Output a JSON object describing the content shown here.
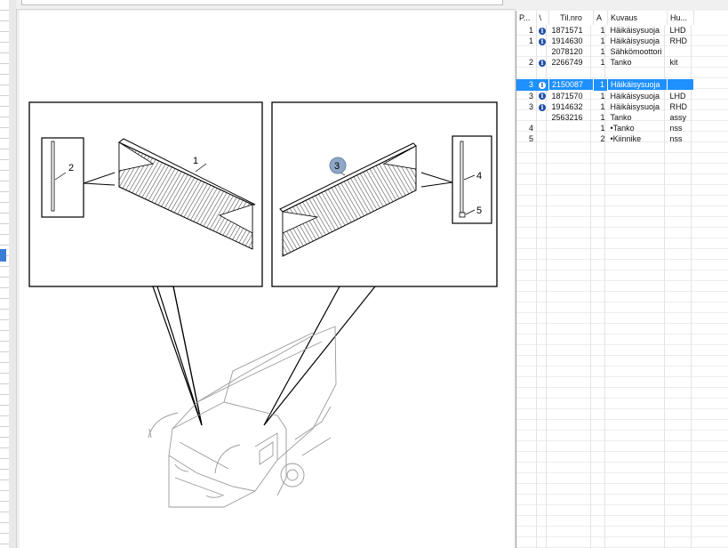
{
  "table": {
    "columns": [
      "P...",
      "\\",
      "Til.nro",
      "A",
      "Kuvaus",
      "Hu..."
    ],
    "rows": [
      {
        "pos": "1",
        "info": true,
        "partno": "1871571",
        "qty": "1",
        "desc": "Häikäisysuoja",
        "note": "LHD",
        "selected": false
      },
      {
        "pos": "1",
        "info": true,
        "partno": "1914630",
        "qty": "1",
        "desc": "Häikäisysuoja",
        "note": "RHD",
        "selected": false
      },
      {
        "pos": "",
        "info": false,
        "partno": "2078120",
        "qty": "1",
        "desc": "Sähkömoottori",
        "note": "",
        "selected": false
      },
      {
        "pos": "2",
        "info": true,
        "partno": "2266749",
        "qty": "1",
        "desc": "Tanko",
        "note": "kit",
        "selected": false
      },
      {
        "pos": "",
        "info": false,
        "partno": "",
        "qty": "",
        "desc": "",
        "note": "",
        "selected": false
      },
      {
        "pos": "3",
        "info": true,
        "partno": "2150087",
        "qty": "1",
        "desc": "Häikäisysuoja",
        "note": "",
        "selected": true
      },
      {
        "pos": "3",
        "info": true,
        "partno": "1871570",
        "qty": "1",
        "desc": "Häikäisysuoja",
        "note": "LHD",
        "selected": false
      },
      {
        "pos": "3",
        "info": true,
        "partno": "1914632",
        "qty": "1",
        "desc": "Häikäisysuoja",
        "note": "RHD",
        "selected": false
      },
      {
        "pos": "",
        "info": false,
        "partno": "2563216",
        "qty": "1",
        "desc": "Tanko",
        "note": "assy",
        "selected": false
      },
      {
        "pos": "4",
        "info": false,
        "partno": "",
        "qty": "1",
        "desc": "•Tanko",
        "note": "nss",
        "selected": false
      },
      {
        "pos": "5",
        "info": false,
        "partno": "",
        "qty": "2",
        "desc": "•Kiinnike",
        "note": "nss",
        "selected": false
      }
    ]
  },
  "drawing": {
    "callouts": [
      "1",
      "2",
      "3",
      "4",
      "5"
    ],
    "highlighted_callout": "3"
  },
  "icons": {
    "info": "info-icon"
  },
  "colors": {
    "selection": "#1e90ff",
    "info_icon": "#1f4ea8",
    "callout_highlight": "#8fa8c8"
  }
}
